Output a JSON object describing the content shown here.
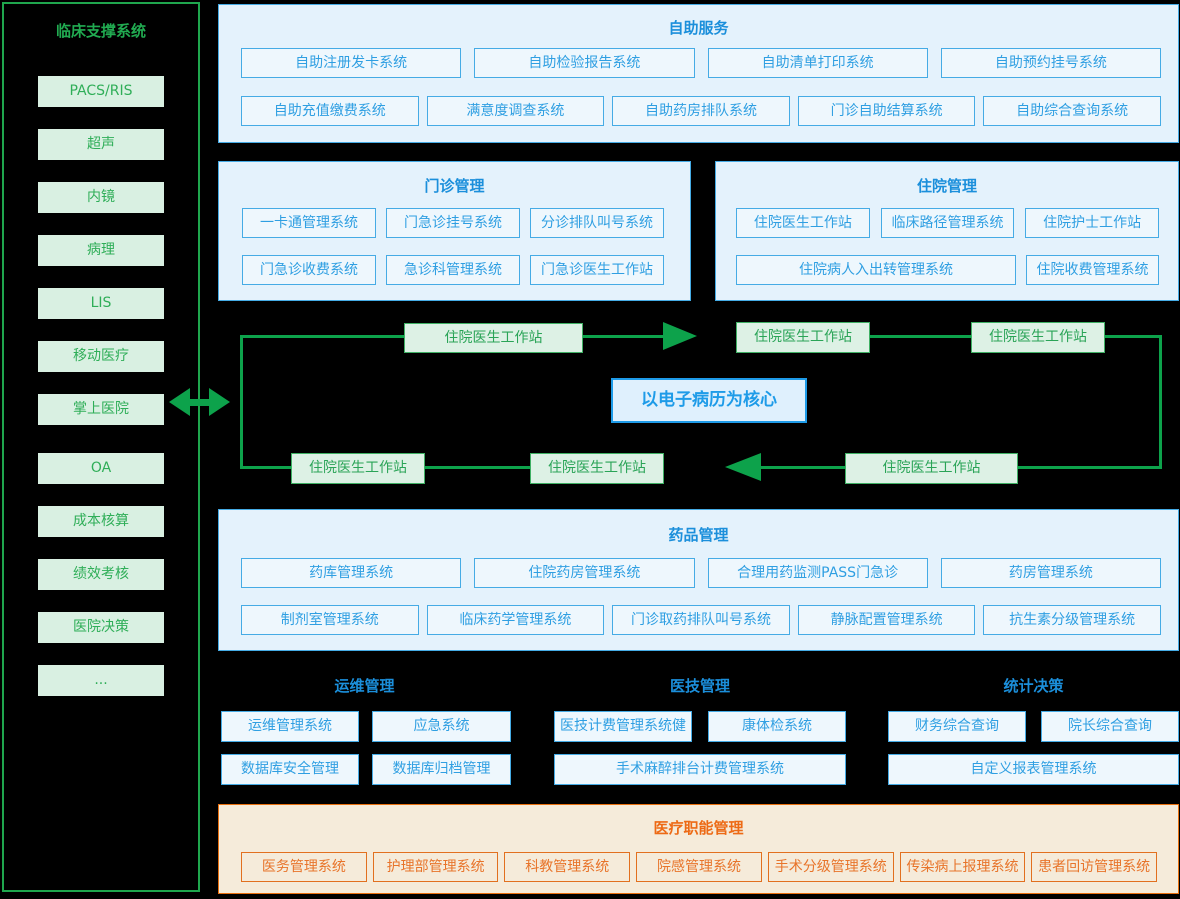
{
  "colors": {
    "background": "#000000",
    "green": "#1fa64d",
    "green_fill": "#d9f0e2",
    "blue": "#1b8fdb",
    "blue_bg": "#e4f2fc",
    "blue_box_fill": "#eef7fd",
    "orange": "#e8700f",
    "orange_bg": "#f5ebda"
  },
  "sidebar": {
    "title": "临床支撑系统",
    "items": [
      "PACS/RIS",
      "超声",
      "内镜",
      "病理",
      "LIS",
      "移动医疗",
      "掌上医院",
      "OA",
      "成本核算",
      "绩效考核",
      "医院决策",
      "..."
    ]
  },
  "self_service": {
    "title": "自助服务",
    "row1": [
      "自助注册发卡系统",
      "自助检验报告系统",
      "自助清单打印系统",
      "自助预约挂号系统"
    ],
    "row2": [
      "自助充值缴费系统",
      "满意度调查系统",
      "自助药房排队系统",
      "门诊自助结算系统",
      "自助综合查询系统"
    ]
  },
  "outpatient": {
    "title": "门诊管理",
    "row1": [
      "一卡通管理系统",
      "门急诊挂号系统",
      "分诊排队叫号系统"
    ],
    "row2": [
      "门急诊收费系统",
      "急诊科管理系统",
      "门急诊医生工作站"
    ]
  },
  "inpatient": {
    "title": "住院管理",
    "row1": [
      "住院医生工作站",
      "临床路径管理系统",
      "住院护士工作站"
    ],
    "row2": [
      "住院病人入出转管理系统",
      "住院收费管理系统"
    ]
  },
  "flow": {
    "center": "以电子病历为核心",
    "nodes": [
      "住院医生工作站",
      "住院医生工作站",
      "住院医生工作站",
      "住院医生工作站",
      "住院医生工作站",
      "住院医生工作站"
    ]
  },
  "pharmacy": {
    "title": "药品管理",
    "row1": [
      "药库管理系统",
      "住院药房管理系统",
      "合理用药监测PASS门急诊",
      "药房管理系统"
    ],
    "row2": [
      "制剂室管理系统",
      "临床药学管理系统",
      "门诊取药排队叫号系统",
      "静脉配置管理系统",
      "抗生素分级管理系统"
    ]
  },
  "ops": {
    "title": "运维管理",
    "row1": [
      "运维管理系统",
      "应急系统"
    ],
    "row2": [
      "数据库安全管理",
      "数据库归档管理"
    ]
  },
  "medtech": {
    "title": "医技管理",
    "row1": [
      "医技计费管理系统健",
      "康体检系统"
    ],
    "row2": [
      "手术麻醉排台计费管理系统"
    ]
  },
  "stats": {
    "title": "统计决策",
    "row1": [
      "财务综合查询",
      "院长综合查询"
    ],
    "row2": [
      "自定义报表管理系统"
    ]
  },
  "functional": {
    "title": "医疗职能管理",
    "items": [
      "医务管理系统",
      "护理部管理系统",
      "科教管理系统",
      "院感管理系统",
      "手术分级管理系统",
      "传染病上报理系统",
      "患者回访管理系统"
    ]
  }
}
